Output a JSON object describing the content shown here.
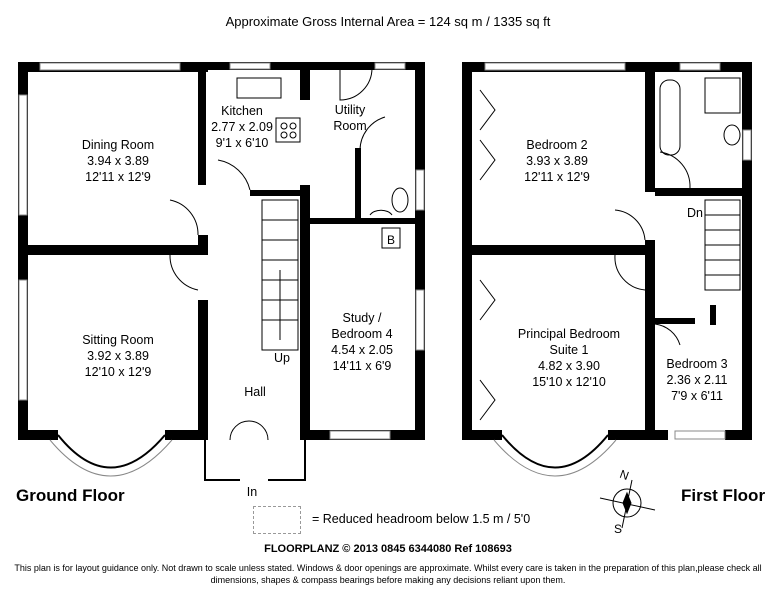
{
  "header": {
    "title": "Approximate Gross Internal Area  =  124 sq m / 1335 sq ft"
  },
  "ground_floor": {
    "label": "Ground Floor",
    "rooms": [
      {
        "name": "Dining Room",
        "metric": "3.94 x 3.89",
        "imperial": "12'11 x 12'9"
      },
      {
        "name": "Kitchen",
        "metric": "2.77 x 2.09",
        "imperial": "9'1 x 6'10"
      },
      {
        "name": "Utility",
        "name2": "Room"
      },
      {
        "name": "Sitting Room",
        "metric": "3.92 x 3.89",
        "imperial": "12'10 x 12'9"
      },
      {
        "name": "Study /",
        "name2": "Bedroom 4",
        "metric": "4.54 x 2.05",
        "imperial": "14'11 x 6'9"
      },
      {
        "name": "Hall"
      }
    ],
    "boiler": "B",
    "stairs": "Up",
    "entrance": "In"
  },
  "first_floor": {
    "label": "First Floor",
    "rooms": [
      {
        "name": "Bedroom 2",
        "metric": "3.93 x 3.89",
        "imperial": "12'11 x 12'9"
      },
      {
        "name": "Principal Bedroom",
        "name2": "Suite 1",
        "metric": "4.82 x 3.90",
        "imperial": "15'10 x 12'10"
      },
      {
        "name": "Bedroom 3",
        "metric": "2.36 x 2.11",
        "imperial": "7'9 x 6'11"
      }
    ],
    "stairs": "Dn"
  },
  "compass": {
    "north": "N",
    "south": "S"
  },
  "legend": {
    "text": "=  Reduced headroom below 1.5 m / 5'0"
  },
  "footer": {
    "credit": "FLOORPLANZ © 2013      0845 6344080      Ref   108693",
    "disclaimer": "This plan is for layout guidance only. Not drawn to scale unless stated. Windows & door openings are approximate. Whilst every care is taken in the preparation of this plan,please check all dimensions, shapes & compass bearings before making any decisions reliant upon them."
  }
}
